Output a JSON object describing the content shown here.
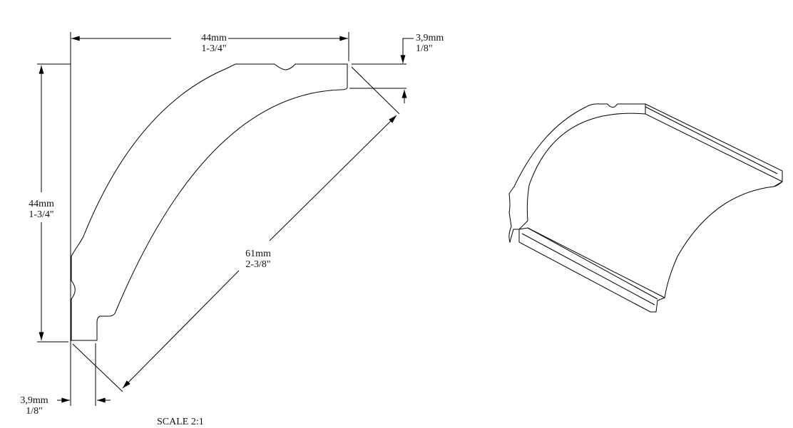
{
  "drawing": {
    "top_width": {
      "mm": "44mm",
      "in": "1-3/4\""
    },
    "left_height": {
      "mm": "44mm",
      "in": "1-3/4\""
    },
    "top_flat": {
      "mm": "3,9mm",
      "in": "1/8\""
    },
    "bottom_flat": {
      "mm": "3,9mm",
      "in": "1/8\""
    },
    "diagonal": {
      "mm": "61mm",
      "in": "2-3/8\""
    },
    "scale": "SCALE  2:1"
  },
  "colors": {
    "line": "#000000",
    "background": "#ffffff"
  }
}
